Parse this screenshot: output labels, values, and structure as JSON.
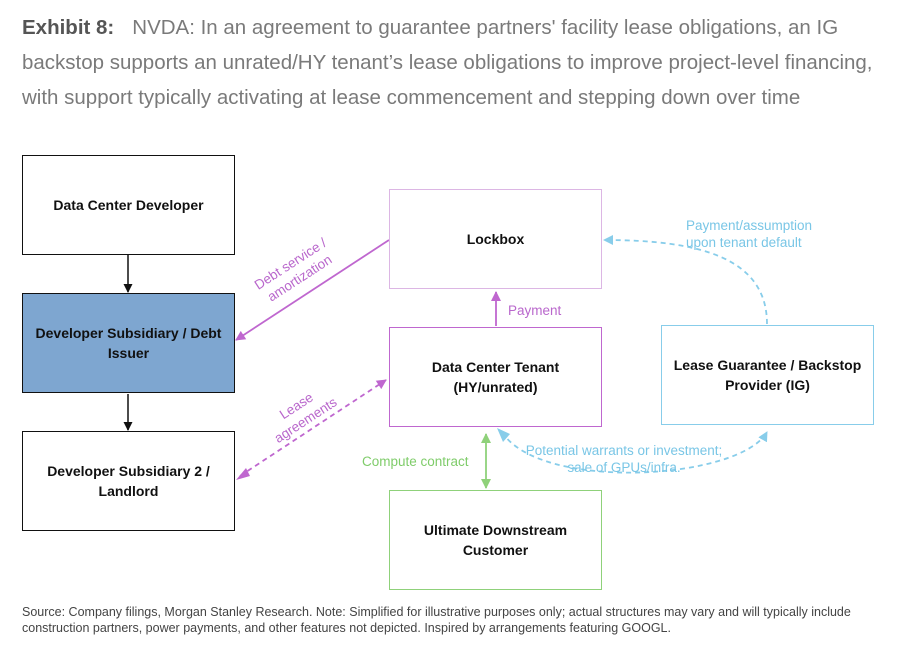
{
  "header": {
    "exhibit": "Exhibit 8:",
    "title": "NVDA: In an agreement to guarantee partners' facility lease obligations, an IG backstop supports an unrated/HY tenant’s lease obligations to improve project-level financing, with support typically activating at lease commencement and stepping down over time"
  },
  "nodes": {
    "developer": "Data Center Developer",
    "subsidiary": "Developer Subsidiary / Debt\nIssuer",
    "subsidiary2": "Developer Subsidiary 2 /\nLandlord",
    "lockbox": "Lockbox",
    "tenant": "Data Center Tenant\n(HY/unrated)",
    "guarantor": "Lease Guarantee / Backstop\nProvider (IG)",
    "customer": "Ultimate Downstream\nCustomer"
  },
  "edges": {
    "debt_service": "Debt service /\namortization",
    "lease_agreements": "Lease\nagreements",
    "payment": "Payment",
    "payment_assumption": "Payment/assumption\nupon tenant default",
    "warrants": "Potential warrants or investment;\nsale of GPUs/infra.",
    "compute_contract": "Compute contract"
  },
  "colors": {
    "pink": "#bf67cf",
    "light_blue": "#88cdea",
    "green": "#8fd17a",
    "fill_blue": "#7ea6d0"
  },
  "source": "Source: Company filings, Morgan Stanley Research. Note: Simplified for illustrative purposes only; actual structures may vary and will typically include construction partners, power payments, and other features not depicted. Inspired by arrangements featuring GOOGL."
}
